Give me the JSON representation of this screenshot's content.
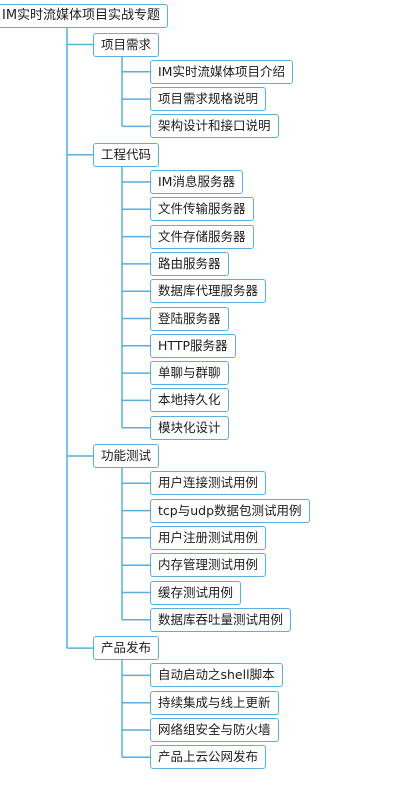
{
  "map": {
    "root": {
      "label": "IM实时流媒体项目实战专题"
    },
    "branches": [
      {
        "label": "项目需求",
        "children": [
          "IM实时流媒体项目介绍",
          "项目需求规格说明",
          "架构设计和接口说明"
        ]
      },
      {
        "label": "工程代码",
        "children": [
          "IM消息服务器",
          "文件传输服务器",
          "文件存储服务器",
          "路由服务器",
          "数据库代理服务器",
          "登陆服务器",
          "HTTP服务器",
          "单聊与群聊",
          "本地持久化",
          "模块化设计"
        ]
      },
      {
        "label": "功能测试",
        "children": [
          "用户连接测试用例",
          "tcp与udp数据包测试用例",
          "用户注册测试用例",
          "内存管理测试用例",
          "缓存测试用例",
          "数据库吞吐量测试用例"
        ]
      },
      {
        "label": "产品发布",
        "children": [
          "自动启动之shell脚本",
          "持续集成与线上更新",
          "网络组安全与防火墙",
          "产品上云公网发布"
        ]
      }
    ],
    "colors": {
      "border": "#5aaee0",
      "connector": "#5aaee0",
      "text": "#1c1c1c"
    }
  }
}
